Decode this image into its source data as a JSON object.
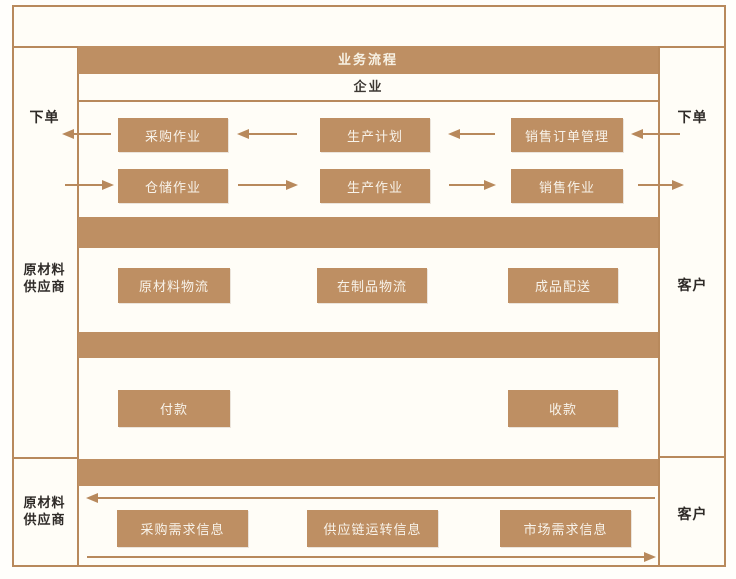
{
  "diagram": {
    "title": "业务流程",
    "enterprise_label": "企业",
    "colors": {
      "brand_fill": "#be8f63",
      "line": "#b8895c",
      "box_text": "#f8f3ea",
      "dark_text": "#2f2b28",
      "background": "#fffdf7"
    },
    "left_labels": {
      "order": "下单",
      "supplier_mid": "原材料\n供应商",
      "supplier_bottom": "原材料\n供应商"
    },
    "right_labels": {
      "order": "下单",
      "customer_mid": "客户",
      "customer_bottom": "客户"
    },
    "rows": {
      "planning": [
        "采购作业",
        "生产计划",
        "销售订单管理"
      ],
      "execution": [
        "仓储作业",
        "生产作业",
        "销售作业"
      ],
      "logistics": [
        "原材料物流",
        "在制品物流",
        "成品配送"
      ],
      "payment": [
        "付款",
        "收款"
      ],
      "information": [
        "采购需求信息",
        "供应链运转信息",
        "市场需求信息"
      ]
    }
  }
}
